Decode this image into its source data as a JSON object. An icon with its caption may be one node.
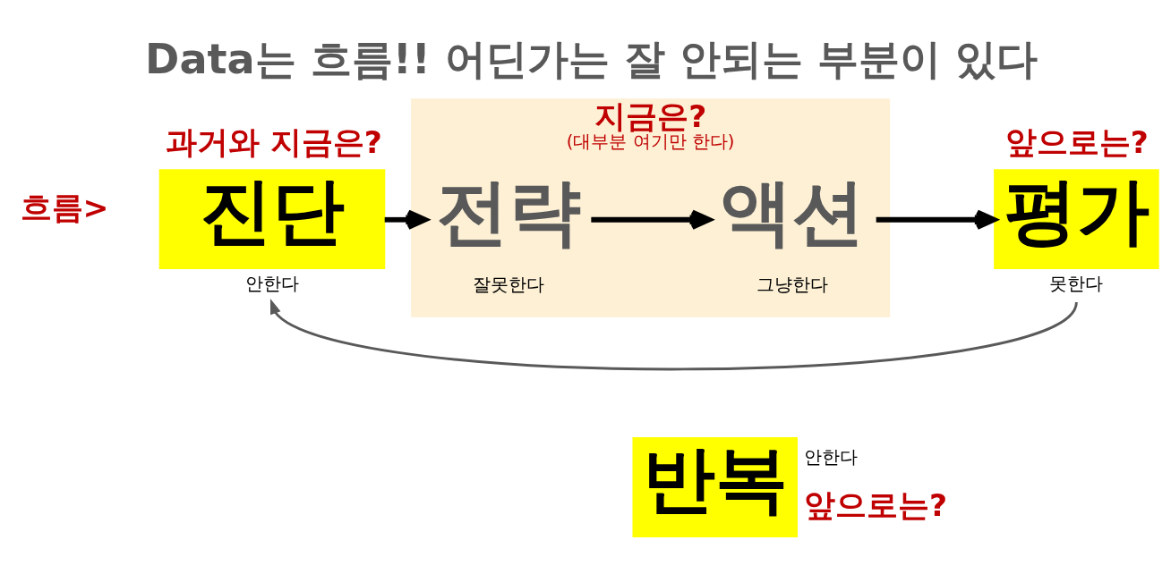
{
  "diagram": {
    "title": "Data는 흐름!! 어딘가는 잘 안되는 부분이 있다",
    "nodes": [
      {
        "text": [
          "진단"
        ],
        "beside": [
          "과거와 지금은?",
          "안한다"
        ]
      },
      {
        "text": [
          "지금은?",
          "(대부분 여기만 한다)"
        ]
      },
      {
        "text": [
          "전략"
        ],
        "in": 1,
        "beside": [
          "잘못한다"
        ]
      },
      {
        "text": [
          "액션"
        ],
        "in": 1,
        "beside": [
          "그냥한다"
        ]
      },
      {
        "text": [
          "평가"
        ],
        "beside": [
          "앞으로는?",
          "못한다"
        ]
      },
      {
        "text": [
          "반복"
        ],
        "beside": [
          "안한다",
          "앞으로는?"
        ]
      }
    ],
    "edges": [
      {
        "from": 0,
        "to": 2,
        "arrow": "to"
      },
      {
        "from": 2,
        "to": 3,
        "arrow": "to"
      },
      {
        "from": 3,
        "to": 4,
        "arrow": "to"
      },
      {
        "from": 4,
        "to": 0,
        "arrow": "to",
        "color": "#595959"
      }
    ],
    "labels": [
      "흐름>"
    ]
  }
}
